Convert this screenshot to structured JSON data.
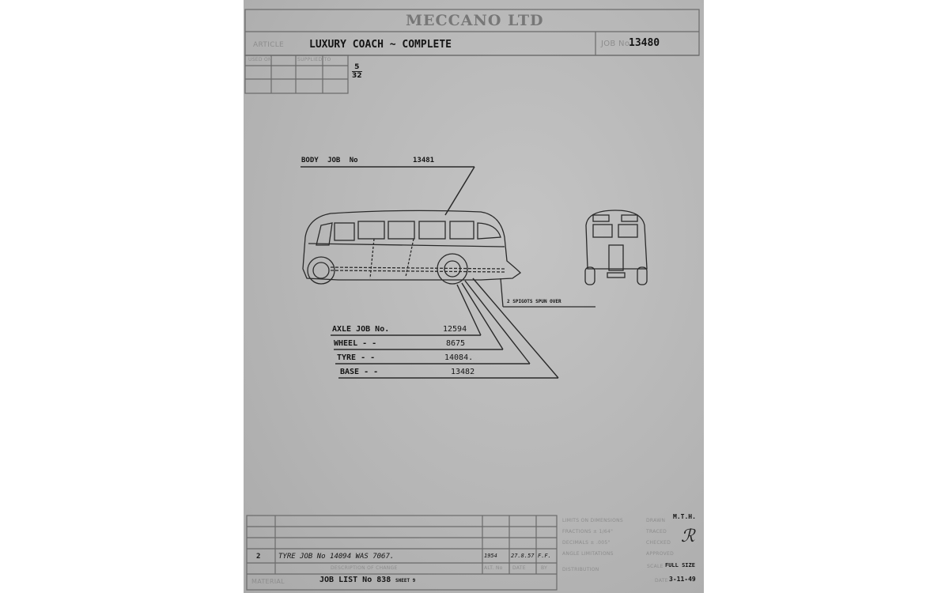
{
  "header": {
    "company": "MECCANO LTD",
    "article_label": "ARTICLE",
    "article": "LUXURY COACH ~ COMPLETE",
    "job_label": "JOB No.",
    "job_no": "13480",
    "used_on_label": "USED ON",
    "supplied_to_label": "SUPPLIED TO",
    "fraction_num": "5",
    "fraction_den": "32"
  },
  "callouts": {
    "body": {
      "label": "BODY  JOB  No",
      "value": "13481"
    },
    "spigots": "2 SPIGOTS SPUN OVER",
    "parts": [
      {
        "label": "AXLE  JOB  No.",
        "value": "12594"
      },
      {
        "label": "WHEEL  -  -",
        "value": "8675"
      },
      {
        "label": "TYRE  -  -",
        "value": "14084."
      },
      {
        "label": "BASE  -  -",
        "value": "13482"
      }
    ]
  },
  "changes": {
    "row": {
      "issue": "2",
      "description": "TYRE JOB No 14094 WAS 7067.",
      "alt_no": "1954",
      "date": "27.8.57",
      "initials": "F.F."
    },
    "desc_header": "DESCRIPTION OF CHANGE",
    "alt_header": "ALT. No",
    "date_header": "DATE",
    "by_header": "BY",
    "material_label": "MATERIAL",
    "material": "JOB LIST No 838",
    "sheet": "SHEET 9"
  },
  "title_block": {
    "limits": "LIMITS ON DIMENSIONS",
    "fractions": "FRACTIONS ± 1/64\"",
    "decimals": "DECIMALS ± .005\"",
    "angles": "ANGLE LIMITATIONS",
    "drawn_label": "DRAWN",
    "drawn": "M.T.H.",
    "traced_label": "TRACED",
    "checked_label": "CHECKED",
    "approved_label": "APPROVED",
    "distribution_label": "DISTRIBUTION",
    "scale_label": "SCALE",
    "scale": "FULL SIZE",
    "date_label": "DATE",
    "date": "3-11-49"
  }
}
